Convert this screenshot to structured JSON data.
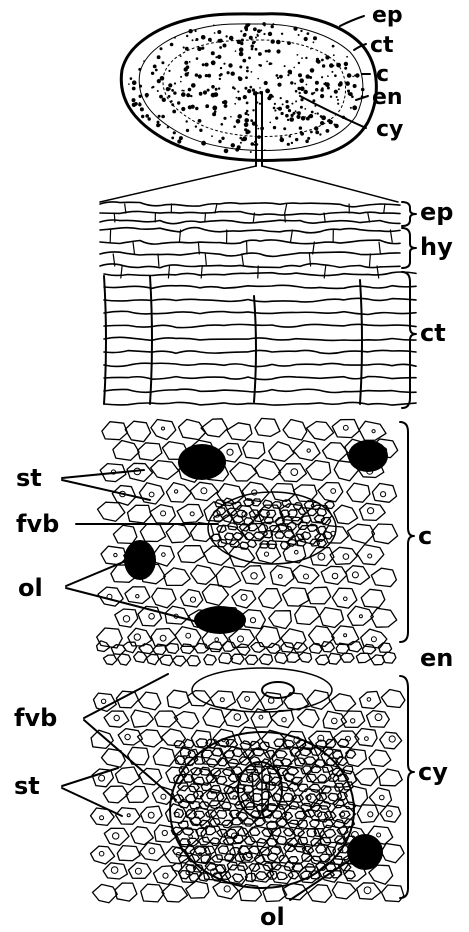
{
  "diagram": {
    "overview_labels": [
      "ep",
      "ct",
      "c",
      "en",
      "cy"
    ],
    "section_labels": {
      "ep": "ep",
      "hy": "hy",
      "ct": "ct",
      "c": "c",
      "en": "en",
      "cy": "cy"
    },
    "left_labels": {
      "st_upper": "st",
      "fvb_upper": "fvb",
      "ol_upper": "ol",
      "fvb_lower": "fvb",
      "st_lower": "st",
      "ol_bottom": "ol"
    }
  },
  "colors": {
    "ink": "#000000",
    "background": "#ffffff"
  }
}
